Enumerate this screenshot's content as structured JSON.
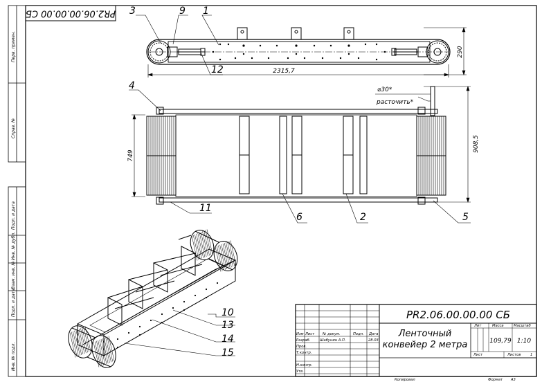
{
  "doc_code": "PR2.06.00.00.00 СБ",
  "doc_code_stamp": "PR2.06.00.00.00 СБ",
  "title_line1": "Ленточный",
  "title_line2": "конвейер 2 метра",
  "mass": "109,79",
  "scale": "1:10",
  "sheet_label": "Лист",
  "sheets_label": "Листов",
  "sheets_count": "1",
  "headers": {
    "lit": "Лит",
    "mass": "Масса",
    "scale": "Масштаб"
  },
  "stamp_cols": [
    "Изм",
    "Лист",
    "№ докум.",
    "Подп.",
    "Дата"
  ],
  "stamp_rows": [
    "Разраб.",
    "Пров.",
    "Т.контр.",
    "Н.контр.",
    "Утв."
  ],
  "developer": "Шабунин А.П.",
  "date": "28.03",
  "copied": "Копировал",
  "format_label": "Формат",
  "format_value": "A3",
  "side_labels": [
    "Перв. примен.",
    "Справ. №",
    "Подп. и дата",
    "Инв. № дубл.",
    "Взам. инв. №",
    "Подп. и дата",
    "Инв. № подл."
  ],
  "dims": {
    "length": "2315,7",
    "height": "290",
    "hole": "⌀30*",
    "bore_note": "расточить*",
    "width_total": "908,5",
    "width_belt": "749"
  },
  "leaders": {
    "p1": "1",
    "p2": "2",
    "p3": "3",
    "p4": "4",
    "p5": "5",
    "p6": "6",
    "p9": "9",
    "p10": "10",
    "p11": "11",
    "p12": "12",
    "p13": "13",
    "p14": "14",
    "p15": "15"
  }
}
